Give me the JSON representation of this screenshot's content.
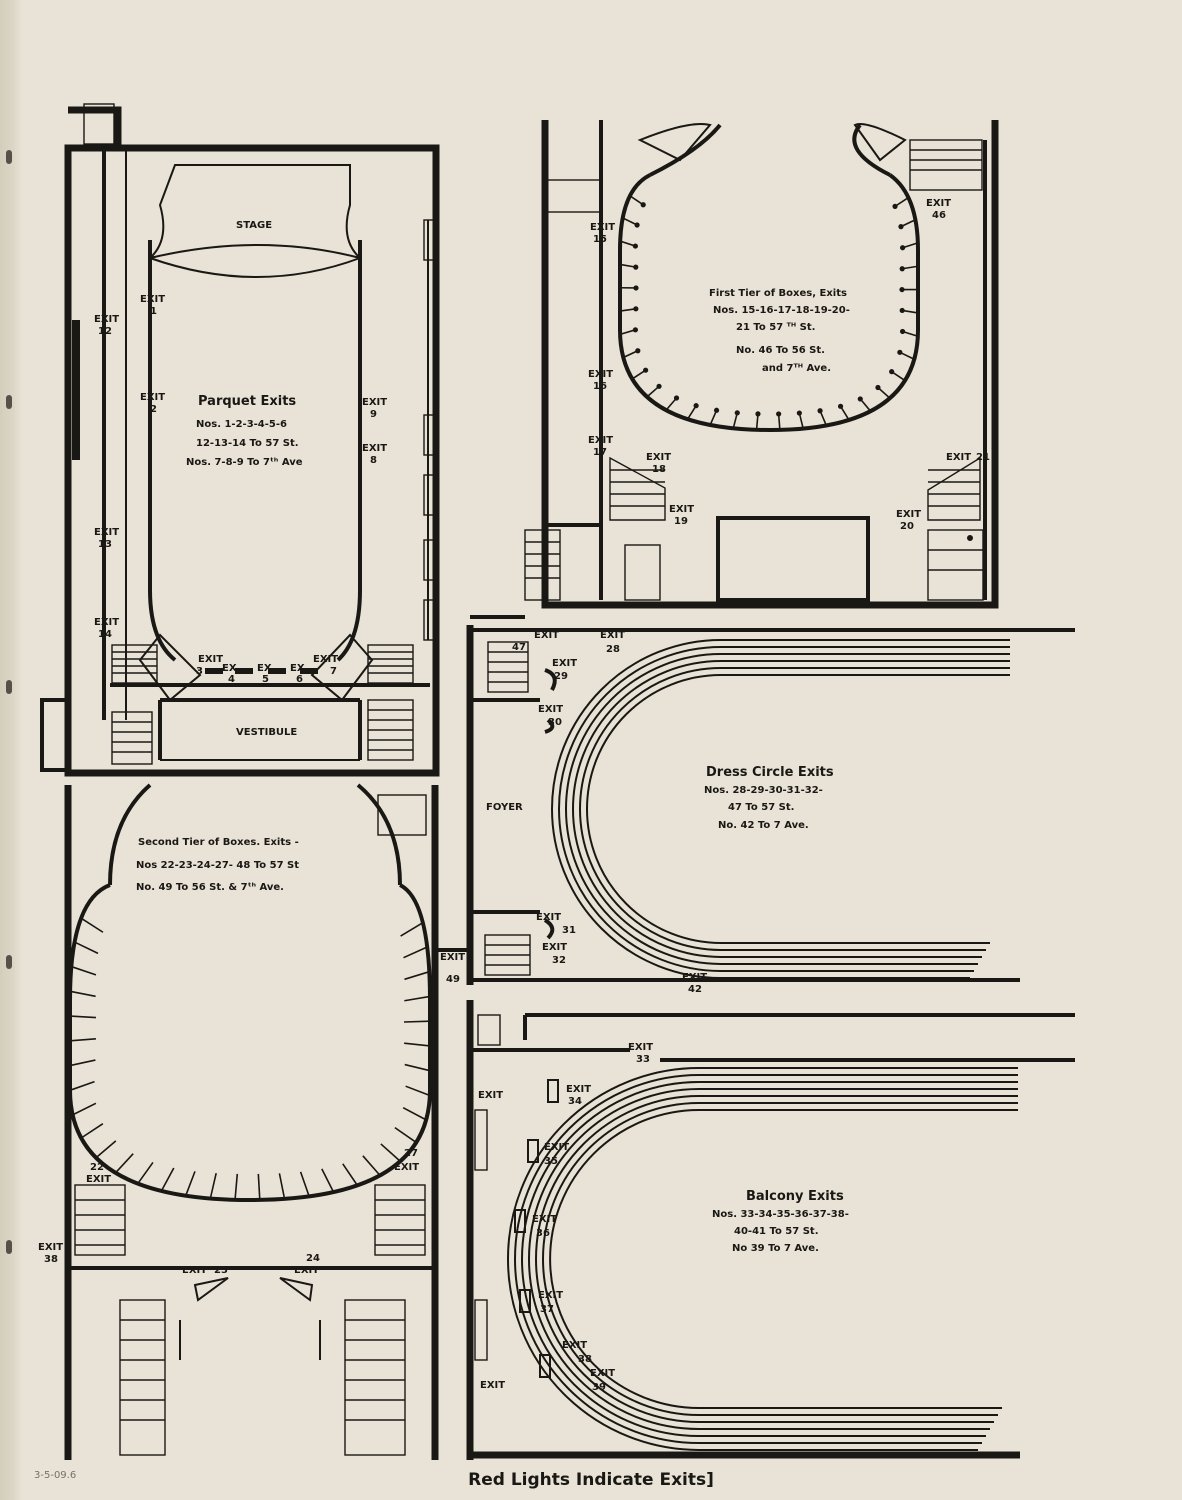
{
  "footer": {
    "caption": "Red Lights Indicate Exits]",
    "catalog_note": "3-5-09.6"
  },
  "parquet": {
    "stage": "STAGE",
    "vestibule": "VESTIBULE",
    "title": "Parquet Exits",
    "line1": "Nos. 1-2-3-4-5-6",
    "line2": "12-13-14 To 57 St.",
    "line3": "Nos. 7-8-9 To 7ᵗʰ Ave",
    "exits": [
      {
        "word": "EXIT",
        "num": "1"
      },
      {
        "word": "EXIT",
        "num": "2"
      },
      {
        "word": "EXIT",
        "num": "3"
      },
      {
        "word": "EX",
        "num": "4"
      },
      {
        "word": "EX",
        "num": "5"
      },
      {
        "word": "EX",
        "num": "6"
      },
      {
        "word": "EXIT",
        "num": "7"
      },
      {
        "word": "EXIT",
        "num": "8"
      },
      {
        "word": "EXIT",
        "num": "9"
      },
      {
        "word": "EXIT",
        "num": "12"
      },
      {
        "word": "EXIT",
        "num": "13"
      },
      {
        "word": "EXIT",
        "num": "14"
      }
    ]
  },
  "first_tier": {
    "title": "First Tier of Boxes, Exits",
    "line1": "Nos. 15-16-17-18-19-20-",
    "line2": "21 To 57 ᵀᴴ St.",
    "line3": "No. 46 To 56 St.",
    "line4": "and 7ᵀᴴ Ave.",
    "exits": [
      {
        "word": "EXIT",
        "num": "15"
      },
      {
        "word": "EXIT",
        "num": "16"
      },
      {
        "word": "EXIT",
        "num": "17"
      },
      {
        "word": "EXIT",
        "num": "18"
      },
      {
        "word": "EXIT",
        "num": "19"
      },
      {
        "word": "EXIT",
        "num": "20"
      },
      {
        "word": "EXIT",
        "num": "21"
      },
      {
        "word": "EXIT",
        "num": "46"
      }
    ]
  },
  "dress_circle": {
    "foyer": "FOYER",
    "title": "Dress Circle Exits",
    "line1": "Nos. 28-29-30-31-32-",
    "line2": "47 To 57 St.",
    "line3": "No. 42 To 7 Ave.",
    "exits": [
      {
        "word": "EXIT",
        "num": "47"
      },
      {
        "word": "EXIT",
        "num": "28"
      },
      {
        "word": "EXIT",
        "num": "29"
      },
      {
        "word": "EXIT",
        "num": "30"
      },
      {
        "word": "EXIT",
        "num": "31"
      },
      {
        "word": "EXIT",
        "num": "32"
      },
      {
        "word": "EXIT",
        "num": "42"
      }
    ]
  },
  "second_tier": {
    "title": "Second Tier of Boxes. Exits -",
    "line1": "Nos 22-23-24-27- 48 To 57 St",
    "line2": "No. 49 To 56 St. & 7ᵗʰ Ave.",
    "exits": [
      {
        "word": "EXIT",
        "num": "49"
      },
      {
        "word": "EXIT",
        "num": "22"
      },
      {
        "word": "EXIT",
        "num": "27"
      },
      {
        "word": "EXIT",
        "num": "23"
      },
      {
        "word": "EXIT",
        "num": "24"
      },
      {
        "word": "EXIT",
        "num": "38"
      }
    ]
  },
  "balcony": {
    "title": "Balcony Exits",
    "line1": "Nos. 33-34-35-36-37-38-",
    "line2": "40-41 To 57 St.",
    "line3": "No 39 To 7 Ave.",
    "exits": [
      {
        "word": "EXIT",
        "num": "33"
      },
      {
        "word": "EXIT",
        "num": "34"
      },
      {
        "word": "EXIT",
        "num": "35"
      },
      {
        "word": "EXIT",
        "num": "36"
      },
      {
        "word": "EXIT",
        "num": "37"
      },
      {
        "word": "EXIT",
        "num": "38"
      },
      {
        "word": "EXIT",
        "num": "39"
      },
      {
        "word": "EXIT",
        "num": ""
      }
    ]
  }
}
